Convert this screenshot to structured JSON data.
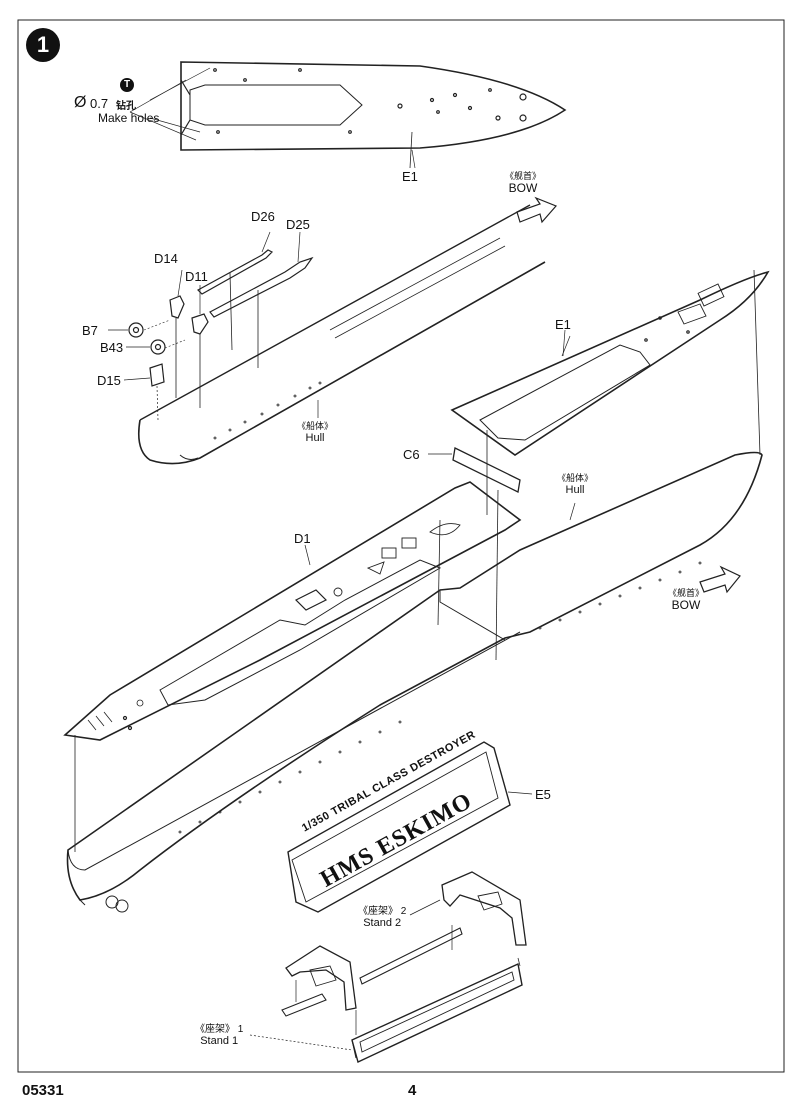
{
  "step": {
    "number": "1"
  },
  "drill_note": {
    "icon": "drill-T-icon",
    "diameter_symbol": "Ø",
    "diameter": "0.7",
    "cn": "钻孔",
    "en": "Make holes"
  },
  "parts": {
    "e1_top": "E1",
    "e1_mid": "E1",
    "d26": "D26",
    "d25": "D25",
    "d14": "D14",
    "d11": "D11",
    "b7": "B7",
    "b43": "B43",
    "d15": "D15",
    "c6": "C6",
    "d1": "D1",
    "e5": "E5"
  },
  "bow_upper": {
    "cn": "《舰首》",
    "en": "BOW"
  },
  "bow_lower": {
    "cn": "《舰首》",
    "en": "BOW"
  },
  "hull_left": {
    "cn": "《船体》",
    "en": "Hull"
  },
  "hull_right": {
    "cn": "《船体》",
    "en": "Hull"
  },
  "stand2": {
    "cn": "《座架》 2",
    "en": "Stand 2"
  },
  "stand1": {
    "cn": "《座架》 1",
    "en": "Stand 1"
  },
  "nameplate": {
    "line1": "1/350 TRIBAL CLASS DESTROYER",
    "line2": "HMS ESKIMO"
  },
  "footer": {
    "code": "05331",
    "page": "4"
  }
}
